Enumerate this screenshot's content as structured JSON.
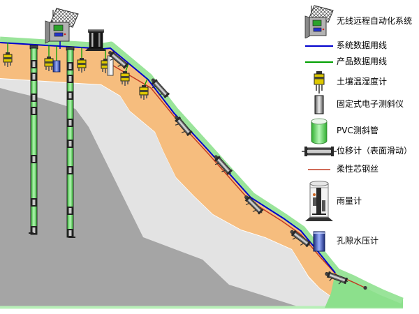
{
  "legend": {
    "items": [
      {
        "id": "wireless-remote-system",
        "label": "无线远程自动化系统"
      },
      {
        "id": "system-data-cable",
        "label": "系统数据用线"
      },
      {
        "id": "product-data-cable",
        "label": "产品数据用线"
      },
      {
        "id": "soil-temp-humidity",
        "label": "土壤温湿度计"
      },
      {
        "id": "fixed-inclinometer",
        "label": "固定式电子测斜仪"
      },
      {
        "id": "pvc-casing",
        "label": "PVC测斜管"
      },
      {
        "id": "displacement-meter",
        "label": "位移计（表面滑动）"
      },
      {
        "id": "flexible-steel-wire",
        "label": "柔性芯钢丝"
      },
      {
        "id": "rain-gauge",
        "label": "雨量计"
      },
      {
        "id": "pore-pressure-meter",
        "label": "孔隙水压计"
      }
    ]
  },
  "colors": {
    "system_cable_blue": "#0000cd",
    "product_cable_green": "#00a000",
    "steel_wire_red": "#c23b22",
    "vegetation_band": "#9ae49a",
    "topsoil_orange": "#f6bd7e",
    "subsoil_light_gray": "#e3e3e3",
    "bedrock_gray": "#a5a5a5",
    "pvc_green": "#44dd44",
    "sensor_yellow": "#ddc800",
    "pore_meter_blue": "#4a5ed0"
  },
  "diagram": {
    "instruments": {
      "soil_temp_humidity_sensors": 6,
      "displacement_meters": 7,
      "inclinometer_casings": 2,
      "rain_gauges": 1,
      "wireless_stations": 1,
      "pore_pressure_meters": 1
    }
  }
}
